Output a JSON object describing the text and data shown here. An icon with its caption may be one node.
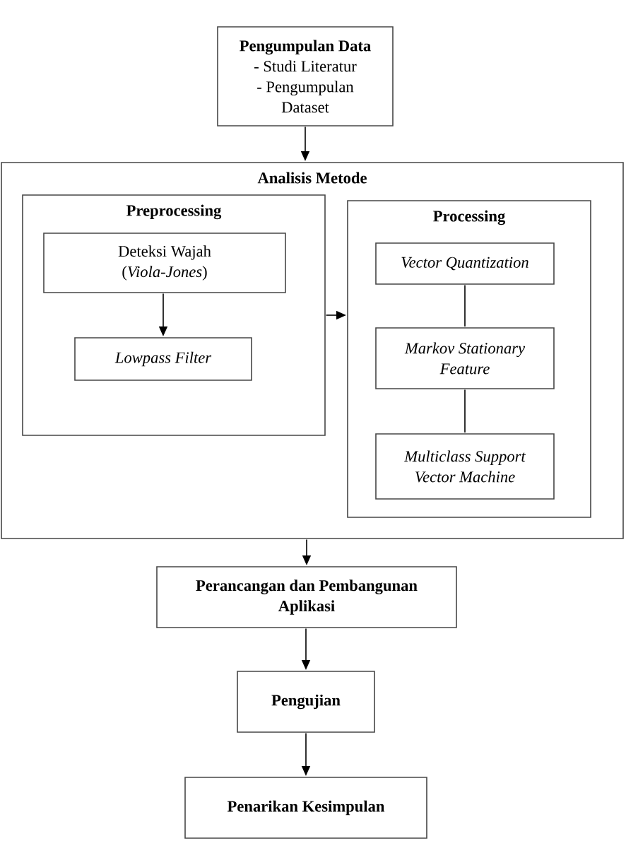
{
  "diagram": {
    "nodes": [
      {
        "text": [
          "Pengumpulan Data",
          "- Studi Literatur",
          "- Pengumpulan Dataset"
        ]
      },
      {
        "text": [
          "Analisis Metode"
        ]
      },
      {
        "text": [
          "Preprocessing"
        ],
        "in": 1
      },
      {
        "text": [
          "Deteksi Wajah (*Viola-Jones*)"
        ],
        "in": 2
      },
      {
        "text": [
          "Lowpass Filter"
        ],
        "in": 2
      },
      {
        "text": [
          "Processing"
        ],
        "in": 1
      },
      {
        "text": [
          "Vector Quantization"
        ],
        "in": 5
      },
      {
        "text": [
          "Markov Stationary Feature"
        ],
        "in": 5
      },
      {
        "text": [
          "Multiclass Support Vector Machine"
        ],
        "in": 5
      },
      {
        "text": [
          "Perancangan dan Pembangunan Aplikasi"
        ]
      },
      {
        "text": [
          "Pengujian"
        ]
      },
      {
        "text": [
          "Penarikan Kesimpulan"
        ]
      }
    ],
    "edges": [
      {
        "from": 0,
        "to": 1,
        "arrow": "to"
      },
      {
        "from": 3,
        "to": 4,
        "arrow": "to"
      },
      {
        "from": 2,
        "to": 5,
        "arrow": "to"
      },
      {
        "from": 6,
        "to": 7,
        "arrow": "none"
      },
      {
        "from": 7,
        "to": 8,
        "arrow": "none"
      },
      {
        "from": 1,
        "to": 9,
        "arrow": "to"
      },
      {
        "from": 9,
        "to": 10,
        "arrow": "to"
      },
      {
        "from": 10,
        "to": 11,
        "arrow": "to"
      }
    ]
  }
}
